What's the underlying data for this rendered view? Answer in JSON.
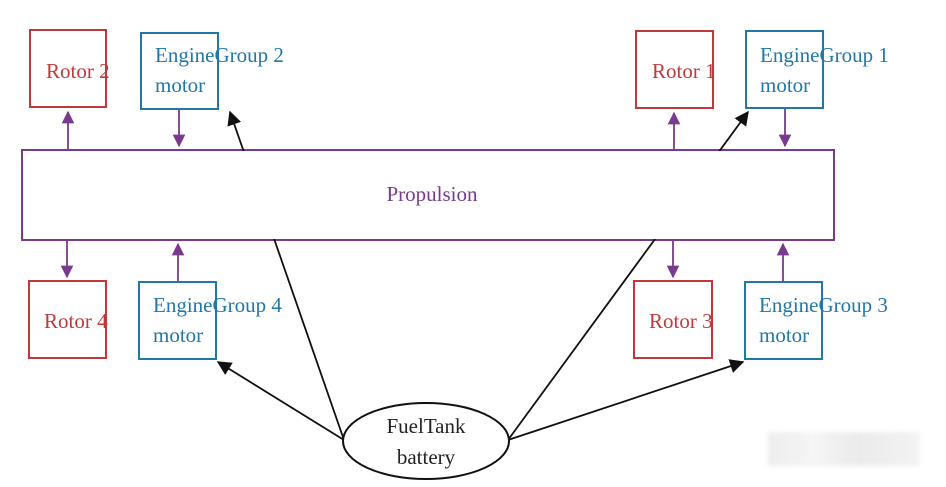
{
  "diagram": {
    "propulsion": "Propulsion",
    "rotors": {
      "r1": "Rotor 1",
      "r2": "Rotor 2",
      "r3": "Rotor 3",
      "r4": "Rotor 4"
    },
    "engines": {
      "e1": {
        "line1": "EngineGroup 1",
        "line2": "motor"
      },
      "e2": {
        "line1": "EngineGroup 2",
        "line2": "motor"
      },
      "e3": {
        "line1": "EngineGroup 3",
        "line2": "motor"
      },
      "e4": {
        "line1": "EngineGroup 4",
        "line2": "motor"
      }
    },
    "tank": {
      "line1": "FuelTank",
      "line2": "battery"
    }
  },
  "colors": {
    "rotor": "#c0393a",
    "engine": "#1f78a8",
    "propulsion": "#7a3a8c",
    "arrow_purple": "#7a3a8c",
    "arrow_black": "#111111"
  }
}
